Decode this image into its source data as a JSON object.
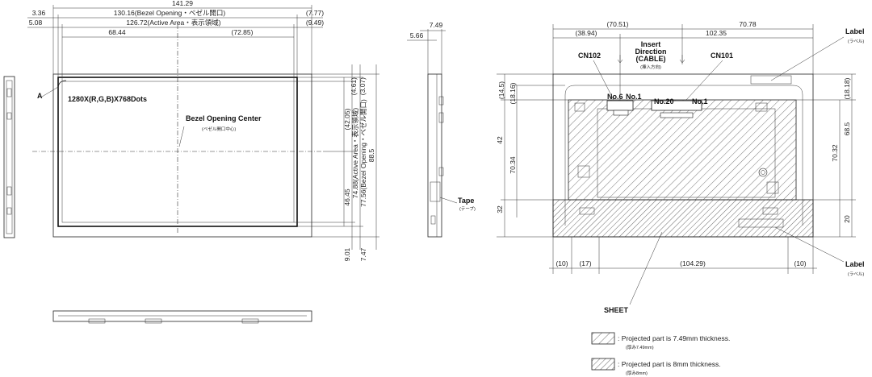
{
  "front_view": {
    "dims_top": {
      "overall": "141.29",
      "bezel_left": "3.36",
      "bezel_opening": "130.16(Bezel Opening・ベゼル開口)",
      "bezel_right": "(7.77)",
      "active_left": "5.08",
      "active_area": "126.72(Active Area・表示領域)",
      "active_right": "(9.49)",
      "center_left": "68.44",
      "center_right": "(72.85)"
    },
    "dims_right": {
      "top_bezel": "(4.61)",
      "top_active": "(3.07)",
      "upper_half": "(42.05)",
      "lower_half": "46.45",
      "active_area_v": "74.88(Active Area・表示領域)",
      "bezel_opening_v": "77.56(Bezel Opening・ベゼル開口)",
      "overall_v": "88.5",
      "bottom_bezel": "9.01",
      "bottom_active": "7.47"
    },
    "marker_a": "A",
    "resolution": "1280X(R,G,B)X768Dots",
    "bezel_center": "Bezel Opening Center",
    "bezel_center_jp": "(ベゼル開口中心)"
  },
  "side_view": {
    "dim_top": "7.49",
    "dim_left": "5.66",
    "tape": "Tape",
    "tape_jp": "(テープ)"
  },
  "rear_view": {
    "dims_top": {
      "left_top": "(70.51)",
      "right_top": "70.78",
      "left_bottom": "(38.94)",
      "right_bottom": "102.35"
    },
    "insert_direction": [
      "Insert",
      "Direction",
      "(CABLE)"
    ],
    "insert_direction_jp": "(挿入方向)",
    "cn102": "CN102",
    "cn101": "CN101",
    "no6": "No.6",
    "no1a": "No.1",
    "no20": "No.20",
    "no1b": "No.1",
    "label_top": "Label",
    "label_top_jp": "(ラベル)",
    "label_bottom": "Label",
    "label_bottom_jp": "(ラベル)",
    "dims_left": {
      "top_a": "(14.5)",
      "top_b": "(18.16)",
      "upper": "42",
      "mid": "70.34",
      "lower": "32"
    },
    "dims_right": {
      "top": "(18.18)",
      "upper": "68.5",
      "mid": "70.32",
      "bottom": "20"
    },
    "dims_bottom": {
      "a": "(10)",
      "b": "(17)",
      "c": "(104.29)",
      "d": "(10)"
    },
    "sheet": "SHEET"
  },
  "legend": [
    {
      "text": "Projected part is 7.49mm thickness.",
      "sub": "(厚み7.49mm)"
    },
    {
      "text": "Projected part is 8mm thickness.",
      "sub": "(厚み8mm)"
    }
  ]
}
